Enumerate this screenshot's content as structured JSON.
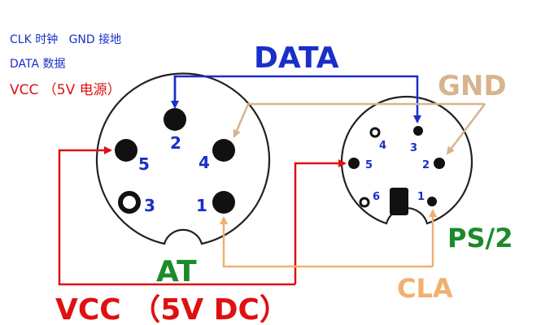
{
  "legend": {
    "clk": "CLK 时钟",
    "gnd": "GND 接地",
    "data": "DATA 数据",
    "vcc": "VCC （5V 电源）"
  },
  "labels": {
    "data": "DATA",
    "gnd": "GND",
    "at": "AT",
    "ps2": "PS/2",
    "cla": "CLA",
    "vcc": "VCC （5V DC）"
  },
  "at_pins": {
    "p1": "1",
    "p2": "2",
    "p3": "3",
    "p4": "4",
    "p5": "5"
  },
  "ps2_pins": {
    "p1": "1",
    "p2": "2",
    "p3": "3",
    "p4": "4",
    "p5": "5",
    "p6": "6"
  },
  "colors": {
    "data": "#1a2fc8",
    "gnd": "#d7b48e",
    "vcc": "#e01010",
    "at": "#1c8a2a",
    "cla": "#f0b070",
    "pin_label": "#1a2fc8"
  }
}
